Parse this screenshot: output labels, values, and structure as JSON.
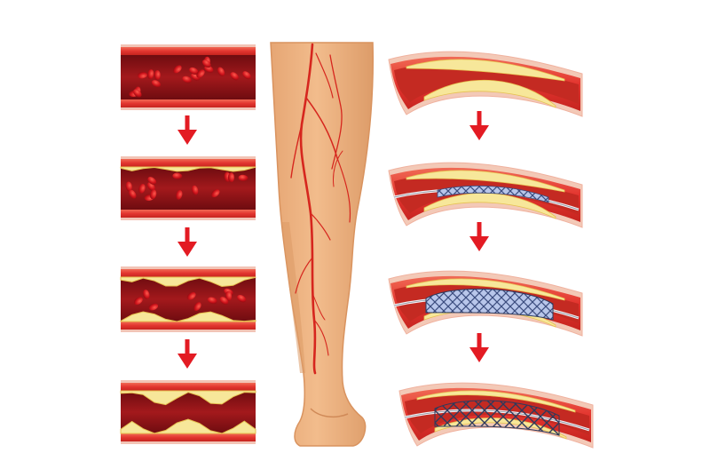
{
  "colors": {
    "background": "#ffffff",
    "vessel_wall": "#e8423a",
    "vessel_wall_dark": "#b81e1c",
    "vessel_lumen": "#8e1216",
    "vessel_outer": "#f3c8b8",
    "plaque": "#f7e79a",
    "plaque_edge": "#e6c150",
    "blood_cell": "#c8141c",
    "blood_cell_highlight": "#ff6a5c",
    "skin": "#efb584",
    "skin_shadow": "#d99766",
    "artery": "#d6261e",
    "arrow": "#e31b23",
    "stent": "#aab8e0",
    "stent_lines": "#3a4a7a",
    "catheter": "#e9e9ee"
  },
  "diagram": {
    "left_column_stages": [
      {
        "name": "healthy",
        "plaque_level": 0
      },
      {
        "name": "early-plaque",
        "plaque_level": 1
      },
      {
        "name": "moderate-plaque",
        "plaque_level": 2
      },
      {
        "name": "severe-plaque",
        "plaque_level": 3
      }
    ],
    "right_column_stages": [
      {
        "name": "narrowed-artery",
        "device": "none"
      },
      {
        "name": "catheter-inserted",
        "device": "deflated-balloon"
      },
      {
        "name": "balloon-inflated",
        "device": "expanded-stent"
      },
      {
        "name": "stent-placed",
        "device": "stent-only"
      }
    ],
    "arrows": [
      "left-arrow-1",
      "left-arrow-2",
      "left-arrow-3",
      "right-arrow-1",
      "right-arrow-2",
      "right-arrow-3"
    ]
  }
}
